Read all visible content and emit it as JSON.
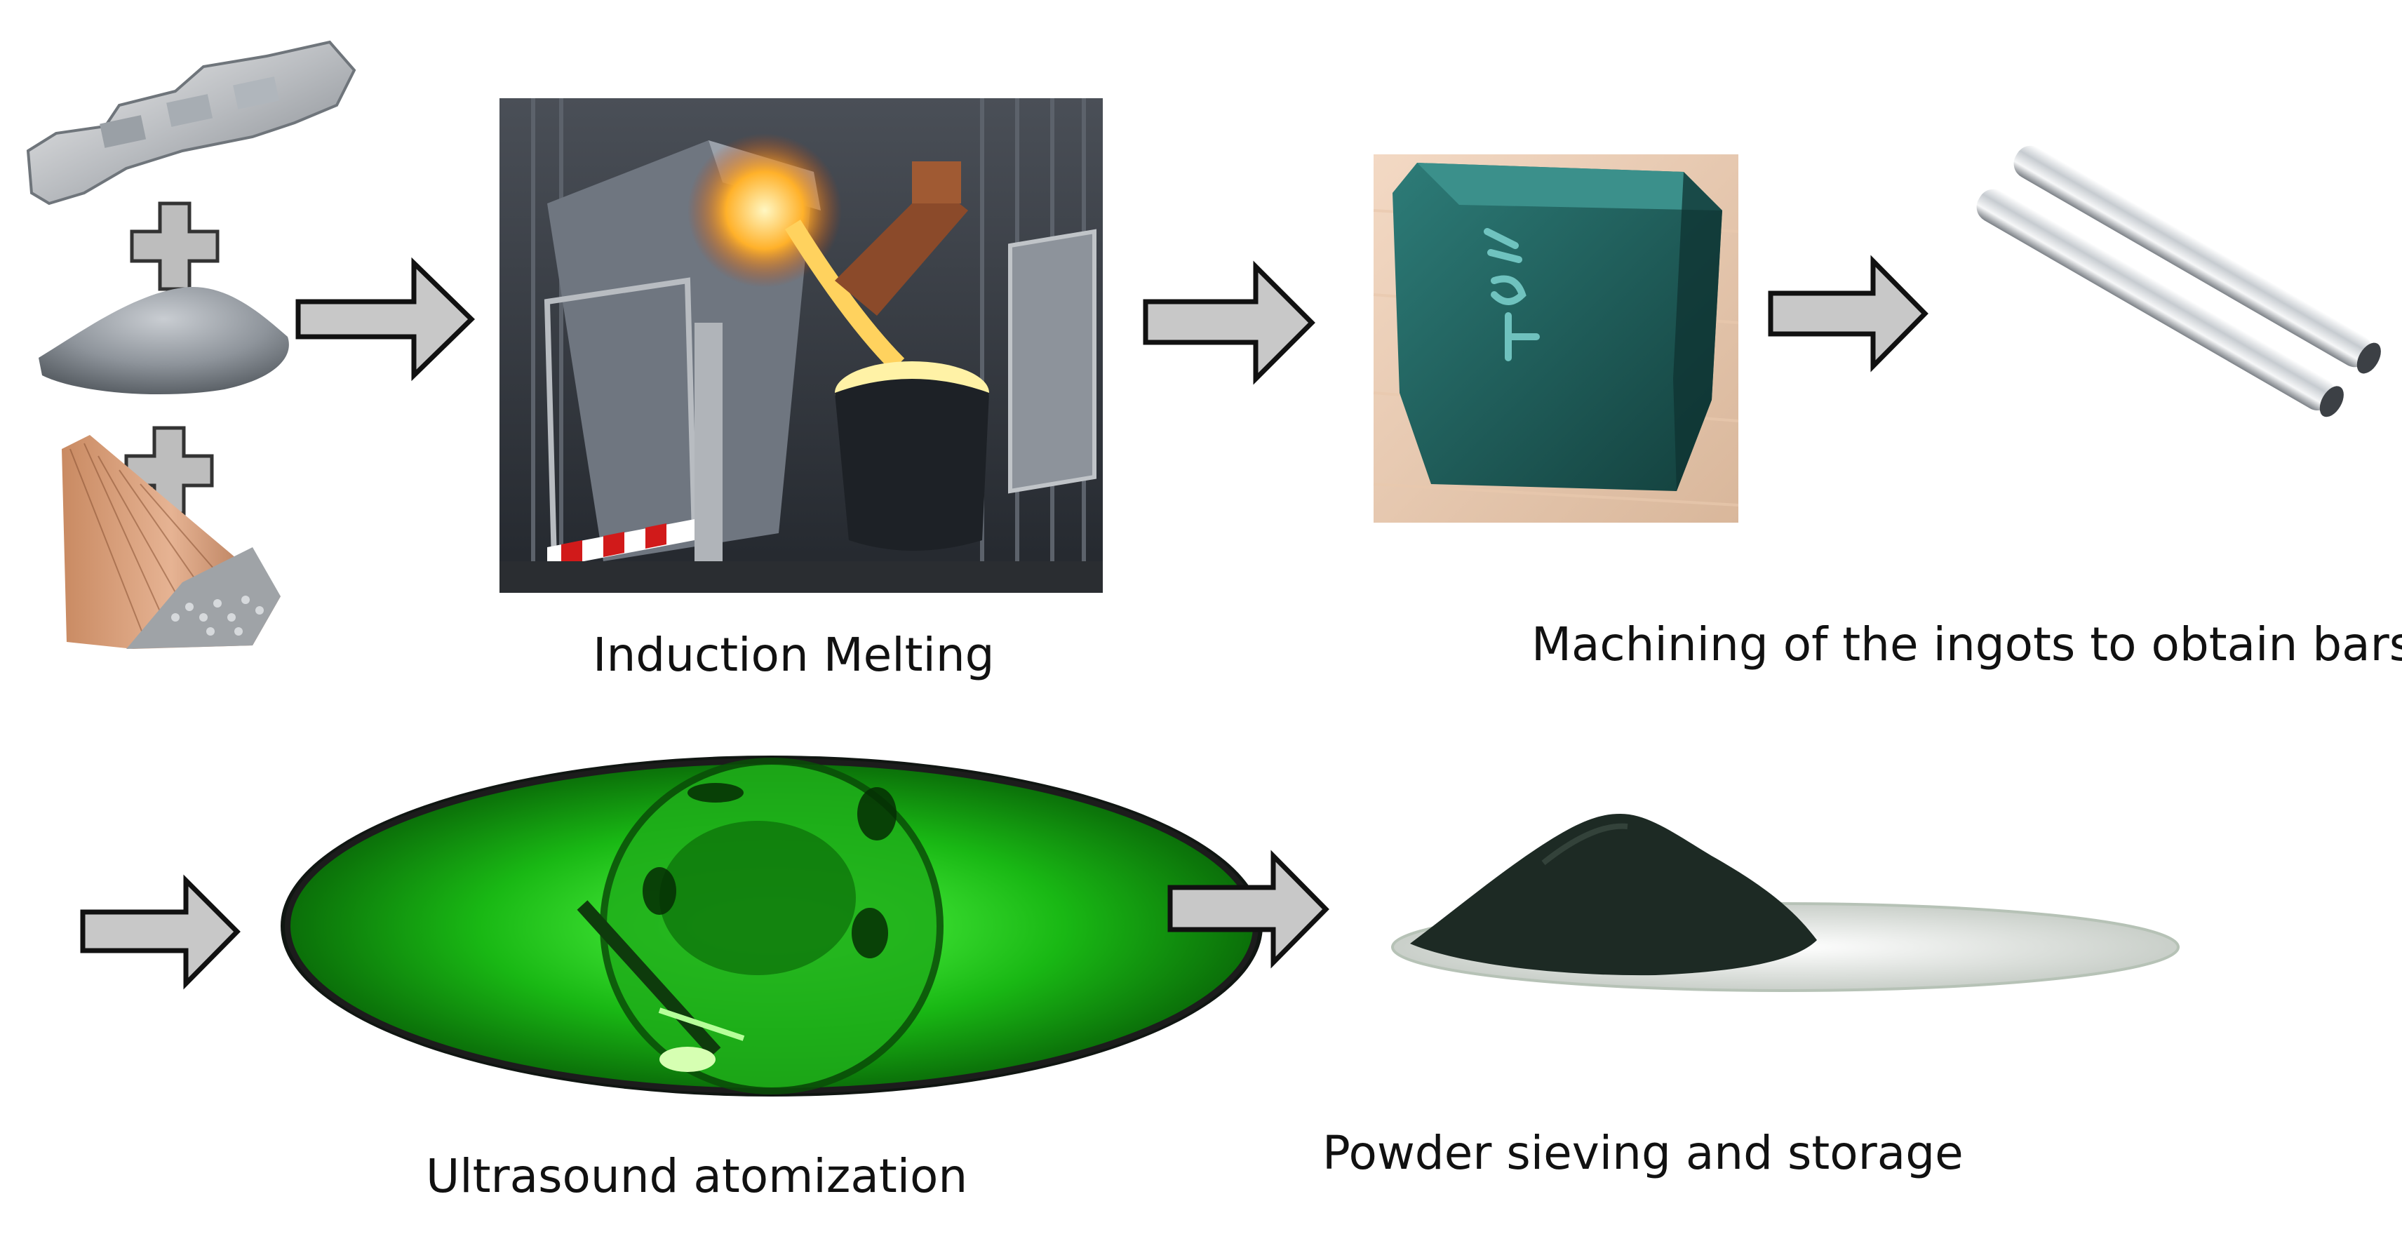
{
  "steps": {
    "induction_melting": "Induction Melting",
    "machining": "Machining of the ingots to obtain bars",
    "ultrasound_atomization": "Ultrasound atomization",
    "powder_sieving": "Powder sieving and storage"
  },
  "colors": {
    "arrow_fill": "#c8c8c8",
    "arrow_stroke": "#111111",
    "plus_fill": "#bdbdbd",
    "chamber_green": "#22c41e",
    "powder": "#1d2a24"
  },
  "icons": [
    "arrow-right-icon",
    "plus-icon"
  ]
}
